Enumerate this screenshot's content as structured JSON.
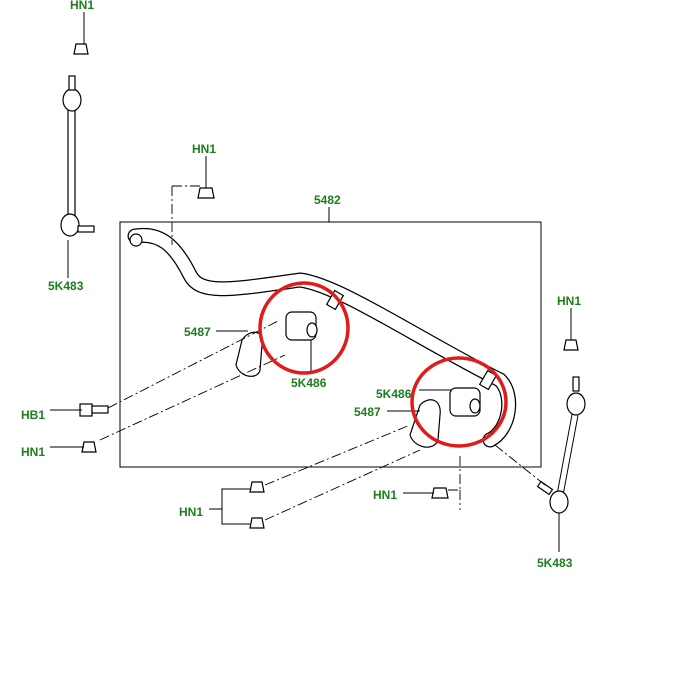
{
  "labels": {
    "top_left_nut": "HN1",
    "left_link": "5K483",
    "upper_nut": "HN1",
    "stabilizer_bar": "5482",
    "left_clamp": "5487",
    "left_bush": "5K486",
    "bolt": "HB1",
    "left_lower_nut": "HN1",
    "right_bush": "5K486",
    "right_clamp": "5487",
    "right_top_nut": "HN1",
    "center_nut": "HN1",
    "lower_nuts": "HN1",
    "right_link": "5K483"
  },
  "colors": {
    "label": "#1e7d1e",
    "highlight": "#e01b1b"
  }
}
